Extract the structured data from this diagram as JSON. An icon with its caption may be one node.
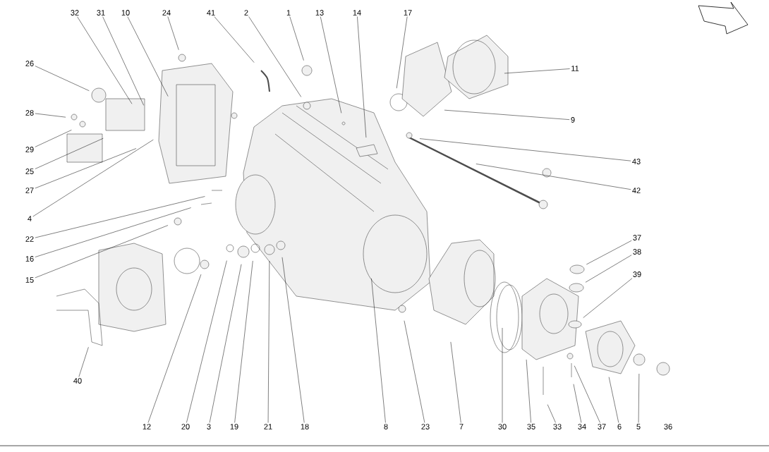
{
  "diagram": {
    "nodes": [
      {
        "text": [
          "32"
        ]
      },
      {
        "text": [
          "31"
        ]
      },
      {
        "text": [
          "10"
        ]
      },
      {
        "text": [
          "24"
        ]
      },
      {
        "text": [
          "41"
        ]
      },
      {
        "text": [
          "2"
        ]
      },
      {
        "text": [
          "1"
        ]
      },
      {
        "text": [
          "13"
        ]
      },
      {
        "text": [
          "14"
        ]
      },
      {
        "text": [
          "17"
        ]
      },
      {
        "text": [
          "26"
        ]
      },
      {
        "text": [
          "11"
        ]
      },
      {
        "text": [
          "28"
        ]
      },
      {
        "text": [
          "9"
        ]
      },
      {
        "text": [
          "29"
        ]
      },
      {
        "text": [
          "25"
        ]
      },
      {
        "text": [
          "43"
        ]
      },
      {
        "text": [
          "27"
        ]
      },
      {
        "text": [
          "42"
        ]
      },
      {
        "text": [
          "4"
        ]
      },
      {
        "text": [
          "22"
        ]
      },
      {
        "text": [
          "16"
        ]
      },
      {
        "text": [
          "37"
        ]
      },
      {
        "text": [
          "38"
        ]
      },
      {
        "text": [
          "15"
        ]
      },
      {
        "text": [
          "39"
        ]
      },
      {
        "text": [
          "40"
        ]
      },
      {
        "text": [
          "12"
        ]
      },
      {
        "text": [
          "20"
        ]
      },
      {
        "text": [
          "3"
        ]
      },
      {
        "text": [
          "19"
        ]
      },
      {
        "text": [
          "21"
        ]
      },
      {
        "text": [
          "18"
        ]
      },
      {
        "text": [
          "8"
        ]
      },
      {
        "text": [
          "23"
        ]
      },
      {
        "text": [
          "7"
        ]
      },
      {
        "text": [
          "30"
        ]
      },
      {
        "text": [
          "35"
        ]
      },
      {
        "text": [
          "33"
        ]
      },
      {
        "text": [
          "34"
        ]
      },
      {
        "text": [
          "37"
        ]
      },
      {
        "text": [
          "6"
        ]
      },
      {
        "text": [
          "5"
        ]
      },
      {
        "text": [
          "36"
        ]
      }
    ],
    "edges": [
      {
        "from": 0,
        "to": null,
        "arrow": "none"
      },
      {
        "from": 1,
        "to": null,
        "arrow": "none"
      },
      {
        "from": 2,
        "to": null,
        "arrow": "none"
      },
      {
        "from": 3,
        "to": null,
        "arrow": "none"
      },
      {
        "from": 4,
        "to": null,
        "arrow": "none"
      },
      {
        "from": 5,
        "to": null,
        "arrow": "none"
      },
      {
        "from": 6,
        "to": null,
        "arrow": "none"
      },
      {
        "from": 7,
        "to": null,
        "arrow": "none"
      },
      {
        "from": 8,
        "to": null,
        "arrow": "none"
      },
      {
        "from": 9,
        "to": null,
        "arrow": "none"
      },
      {
        "from": 10,
        "to": null,
        "arrow": "none"
      },
      {
        "from": 11,
        "to": null,
        "arrow": "none"
      },
      {
        "from": 12,
        "to": null,
        "arrow": "none"
      },
      {
        "from": 13,
        "to": null,
        "arrow": "none"
      },
      {
        "from": 14,
        "to": null,
        "arrow": "none"
      },
      {
        "from": 15,
        "to": null,
        "arrow": "none"
      },
      {
        "from": 16,
        "to": null,
        "arrow": "none"
      },
      {
        "from": 17,
        "to": null,
        "arrow": "none"
      },
      {
        "from": 18,
        "to": null,
        "arrow": "none"
      },
      {
        "from": 19,
        "to": null,
        "arrow": "none"
      },
      {
        "from": 20,
        "to": null,
        "arrow": "none"
      },
      {
        "from": 21,
        "to": null,
        "arrow": "none"
      },
      {
        "from": 22,
        "to": null,
        "arrow": "none"
      },
      {
        "from": 23,
        "to": null,
        "arrow": "none"
      },
      {
        "from": 24,
        "to": null,
        "arrow": "none"
      },
      {
        "from": 25,
        "to": null,
        "arrow": "none"
      },
      {
        "from": 26,
        "to": null,
        "arrow": "none"
      },
      {
        "from": 27,
        "to": null,
        "arrow": "none"
      },
      {
        "from": 28,
        "to": null,
        "arrow": "none"
      },
      {
        "from": 29,
        "to": null,
        "arrow": "none"
      },
      {
        "from": 30,
        "to": null,
        "arrow": "none"
      },
      {
        "from": 31,
        "to": null,
        "arrow": "none"
      },
      {
        "from": 32,
        "to": null,
        "arrow": "none"
      },
      {
        "from": 33,
        "to": null,
        "arrow": "none"
      },
      {
        "from": 34,
        "to": null,
        "arrow": "none"
      },
      {
        "from": 35,
        "to": null,
        "arrow": "none"
      },
      {
        "from": 36,
        "to": null,
        "arrow": "none"
      },
      {
        "from": 37,
        "to": null,
        "arrow": "none"
      },
      {
        "from": 38,
        "to": null,
        "arrow": "none"
      },
      {
        "from": 39,
        "to": null,
        "arrow": "none"
      },
      {
        "from": 40,
        "to": null,
        "arrow": "none"
      },
      {
        "from": 41,
        "to": null,
        "arrow": "none"
      },
      {
        "from": 42,
        "to": null,
        "arrow": "none"
      }
    ]
  }
}
